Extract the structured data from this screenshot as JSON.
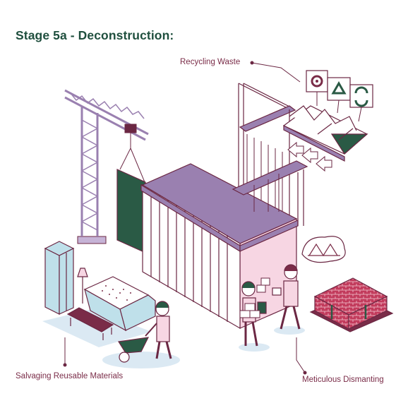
{
  "title": "Stage 5a - Deconstruction:",
  "labels": {
    "recycling": "Recycling Waste",
    "salvaging": "Salvaging Reusable Materials",
    "dismantling": "Meticulous Dismanting"
  },
  "colors": {
    "title": "#1f4f3e",
    "label": "#7a2c48",
    "outline": "#6b2743",
    "purple": "#9a80b0",
    "purple_light": "#c6b3d6",
    "crane": "#b49bc8",
    "green_panel": "#2a5a45",
    "pink_wall": "#f7d6e3",
    "light_blue": "#bfe0ea",
    "bricks": "#c23b5c"
  },
  "icons": [
    "biohazard-icon",
    "recycle-icon",
    "refresh-icon"
  ]
}
